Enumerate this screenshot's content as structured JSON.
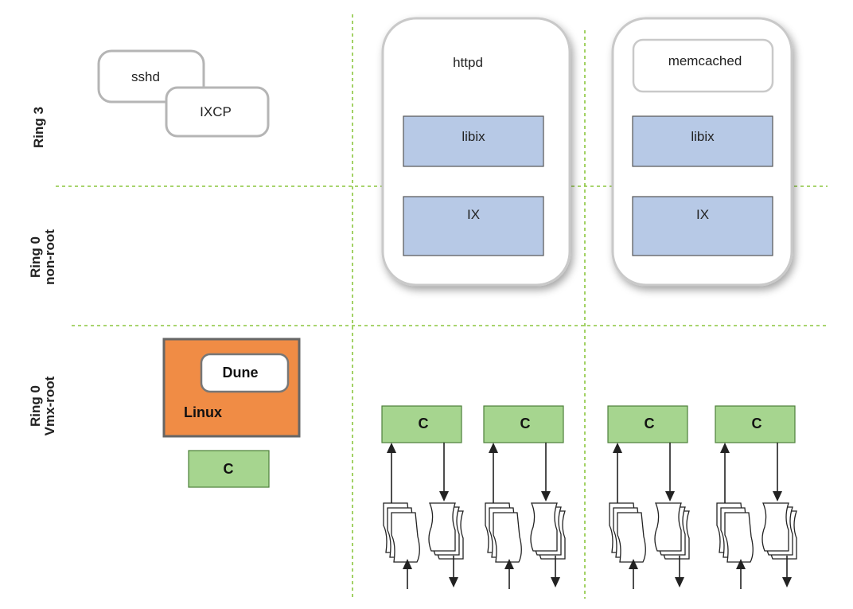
{
  "rings": {
    "ring3": "Ring 3",
    "ring0_nonroot_line1": "Ring 0",
    "ring0_nonroot_line2": "non-root",
    "ring0_vmx_line1": "Ring 0",
    "ring0_vmx_line2": "Vmx-root"
  },
  "control_plane": {
    "sshd": "sshd",
    "ixcp": "IXCP",
    "linux": "Linux",
    "dune": "Dune",
    "core": "C"
  },
  "apps": [
    {
      "name": "httpd",
      "libix": "libix",
      "ix": "IX",
      "cores": [
        "C",
        "C"
      ]
    },
    {
      "name": "memcached",
      "libix": "libix",
      "ix": "IX",
      "cores": [
        "C",
        "C"
      ]
    }
  ],
  "colors": {
    "grid": "#8cc63f",
    "ix_box": "#b7c9e6",
    "core_box": "#a6d58f",
    "linux_box": "#f08c45"
  }
}
